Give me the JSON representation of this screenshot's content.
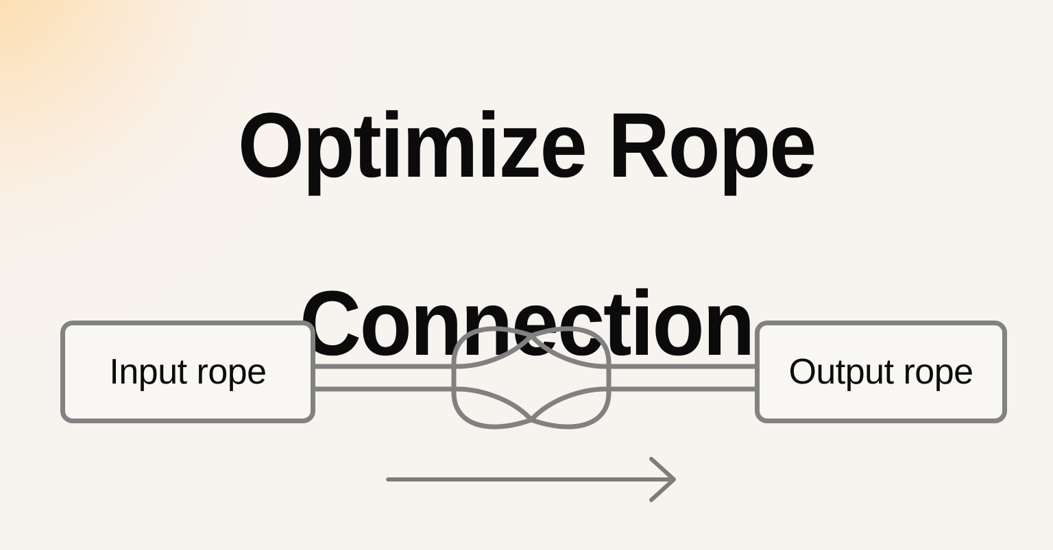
{
  "page": {
    "title_lines": [
      "Optimize Rope",
      "Connection"
    ],
    "title_full": "Optimize Rope Connection",
    "background_start_color": "#fbd9a8",
    "background_end_color": "#f7f3ef"
  },
  "diagram": {
    "type": "flow",
    "nodes": [
      {
        "id": "input",
        "label": "Input rope"
      },
      {
        "id": "output",
        "label": "Output rope"
      }
    ],
    "connector": {
      "id": "knot",
      "name": "rope-knot",
      "description": "Two parallel rope strands crossing through a symmetric knot loop"
    },
    "flow_indicator": {
      "name": "flow-arrow",
      "direction": "left-to-right",
      "label": ""
    },
    "stroke_color": "#818181",
    "node_fill_color": "#f9f7f4",
    "node_text_color": "#0c0c0d"
  }
}
